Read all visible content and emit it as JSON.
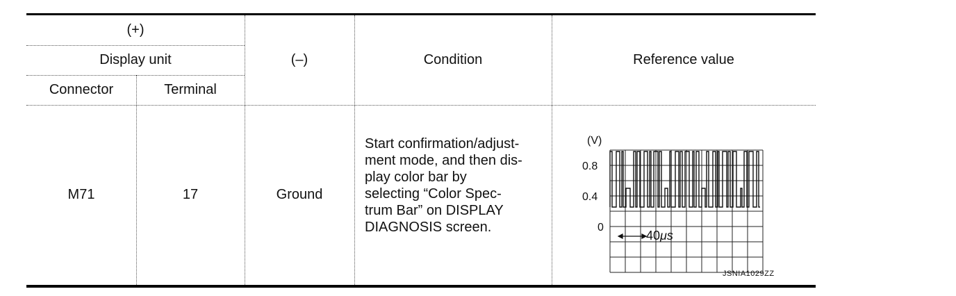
{
  "table": {
    "headers": {
      "plus": "(+)",
      "display_unit": "Display unit",
      "connector": "Connector",
      "terminal": "Terminal",
      "minus": "(–)",
      "condition": "Condition",
      "reference_value": "Reference value"
    },
    "row": {
      "connector": "M71",
      "terminal": "17",
      "minus": "Ground",
      "condition_lines": [
        "Start confirmation/adjust-",
        "ment mode, and then dis-",
        "play color bar by",
        "selecting “Color Spec-",
        "trum Bar” on DISPLAY",
        "DIAGNOSIS screen."
      ]
    }
  },
  "waveform": {
    "unit_label": "(V)",
    "y_labels": [
      "0.8",
      "0.4",
      "0"
    ],
    "time_div": "40",
    "time_unit": "μs",
    "figure_code": "JSNIA1029ZZ"
  }
}
